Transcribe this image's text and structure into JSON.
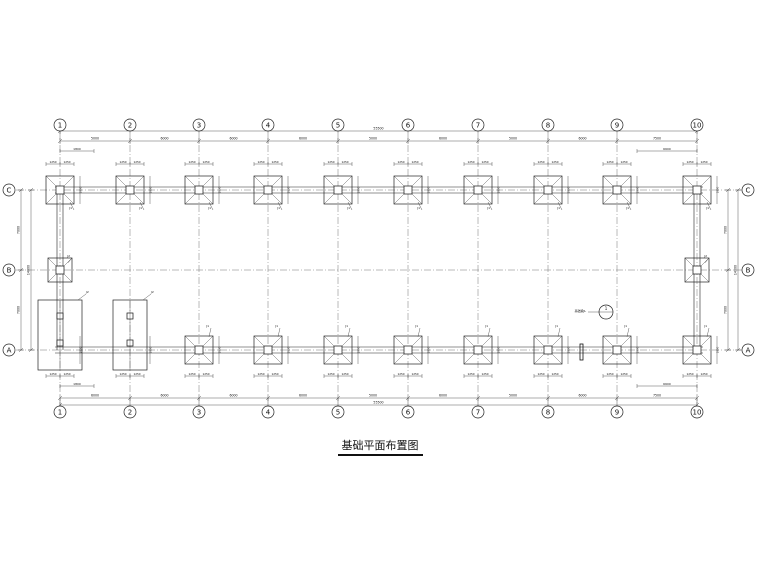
{
  "title": "基础平面布置图",
  "axes": {
    "columns": [
      "1",
      "2",
      "3",
      "4",
      "5",
      "6",
      "7",
      "8",
      "9",
      "10"
    ],
    "rows": [
      "C",
      "B",
      "A"
    ]
  },
  "dimensions": {
    "total_length": "55500",
    "bays_top": [
      "5000",
      "6000",
      "6000",
      "6000",
      "5000",
      "6000",
      "5000",
      "6000",
      "7500"
    ],
    "bays_bottom": [
      "6000",
      "6000",
      "6000",
      "6000",
      "5000",
      "6000",
      "5000",
      "6000",
      "7500"
    ],
    "total_width": "14000",
    "half_width": [
      "7000",
      "7000"
    ],
    "edge_offset_left": "1800",
    "edge_offset_right": "6600",
    "footing_half": "1250",
    "footing_small": [
      "600",
      "600"
    ],
    "pier_dim": "1800",
    "side_small": "1350"
  },
  "labels": {
    "footing_tag": "J1",
    "footing_tag_b": "J2",
    "section_mark": "1",
    "note": "基础梁JL"
  },
  "colors": {
    "line": "#222222",
    "background": "#ffffff"
  }
}
